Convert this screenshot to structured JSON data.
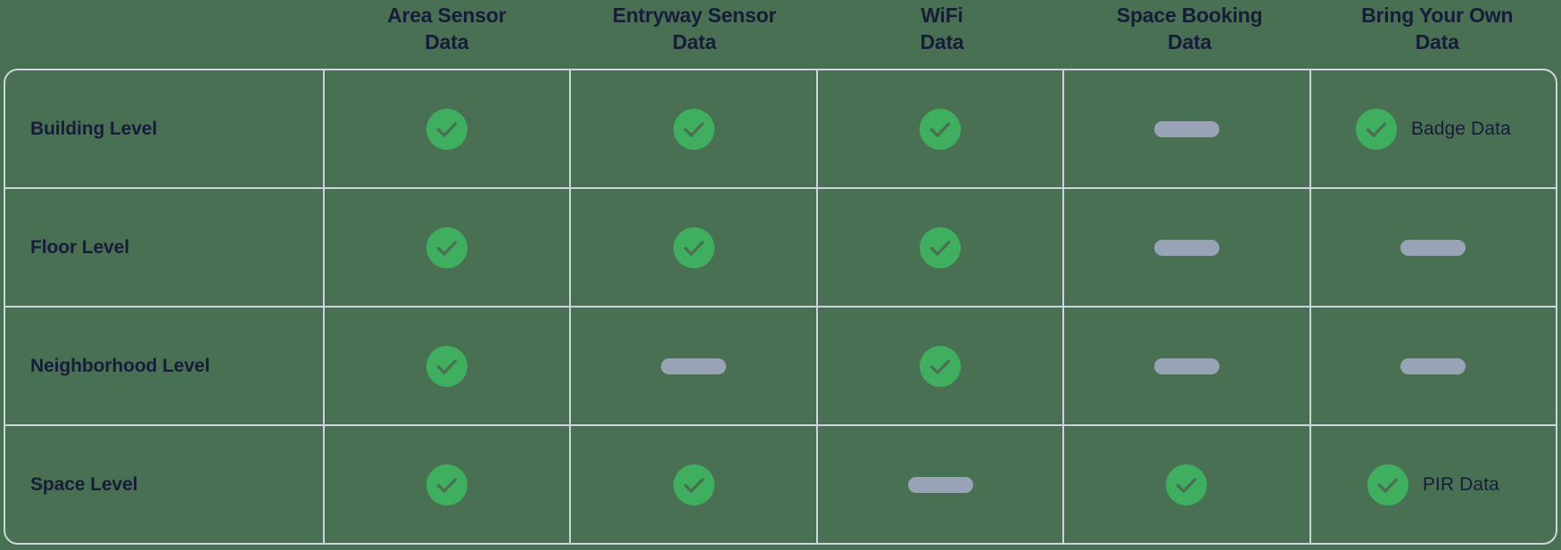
{
  "matrix": {
    "column_headers": [
      "Area Sensor\nData",
      "Entryway Sensor\nData",
      "WiFi\nData",
      "Space Booking\nData",
      "Bring Your Own\nData"
    ],
    "row_labels": [
      "Building Level",
      "Floor Level",
      "Neighborhood Level",
      "Space Level"
    ],
    "rows": [
      {
        "label": "Building Level",
        "cells": [
          {
            "status": "available",
            "note": ""
          },
          {
            "status": "available",
            "note": ""
          },
          {
            "status": "available",
            "note": ""
          },
          {
            "status": "unavailable",
            "note": ""
          },
          {
            "status": "available",
            "note": "Badge Data"
          }
        ]
      },
      {
        "label": "Floor Level",
        "cells": [
          {
            "status": "available",
            "note": ""
          },
          {
            "status": "available",
            "note": ""
          },
          {
            "status": "available",
            "note": ""
          },
          {
            "status": "unavailable",
            "note": ""
          },
          {
            "status": "unavailable",
            "note": ""
          }
        ]
      },
      {
        "label": "Neighborhood Level",
        "cells": [
          {
            "status": "available",
            "note": ""
          },
          {
            "status": "unavailable",
            "note": ""
          },
          {
            "status": "available",
            "note": ""
          },
          {
            "status": "unavailable",
            "note": ""
          },
          {
            "status": "unavailable",
            "note": ""
          }
        ]
      },
      {
        "label": "Space Level",
        "cells": [
          {
            "status": "available",
            "note": ""
          },
          {
            "status": "available",
            "note": ""
          },
          {
            "status": "unavailable",
            "note": ""
          },
          {
            "status": "available",
            "note": ""
          },
          {
            "status": "available",
            "note": "PIR Data"
          }
        ]
      }
    ],
    "icons": {
      "available": "check-circle-icon",
      "unavailable": "dash-icon"
    },
    "colors": {
      "background": "#4a7054",
      "text": "#161c3a",
      "border": "#ccd4de",
      "check_circle": "#3faf5f",
      "check_stroke": "#4a7054",
      "dash": "#98a3b5"
    }
  }
}
